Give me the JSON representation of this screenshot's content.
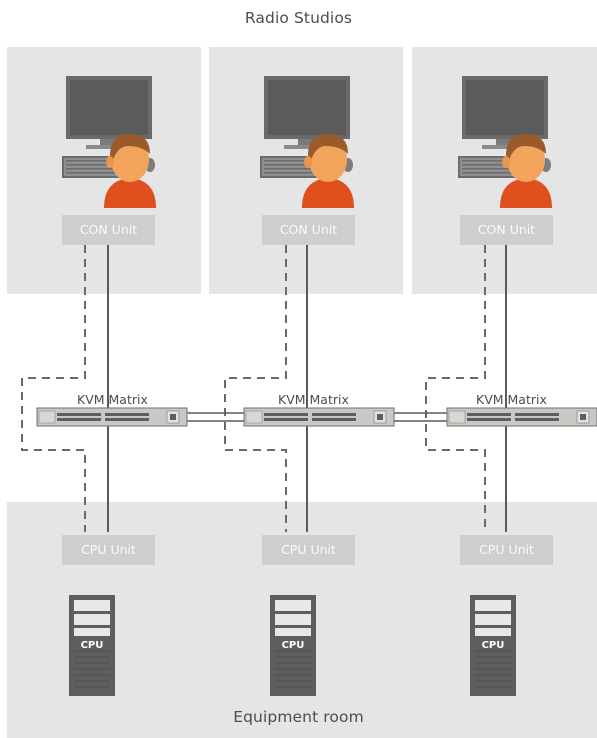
{
  "titles": {
    "studios": "Radio Studios",
    "equipment": "Equipment room"
  },
  "units": {
    "con_label": "CON Unit",
    "cpu_label": "CPU Unit",
    "matrix_label": "KVM Matrix",
    "server_label": "CPU"
  },
  "colors": {
    "panel": "#e6e5e5",
    "unit_box": "#cfcecd",
    "line": "#5a5a5a",
    "skin": "#f2a35c",
    "shirt": "#e0501f",
    "hair": "#9a5a2a"
  },
  "icons": [
    "monitor-icon",
    "keyboard-icon",
    "mouse-icon",
    "user-icon",
    "kvm-switch-icon",
    "server-tower-icon"
  ]
}
